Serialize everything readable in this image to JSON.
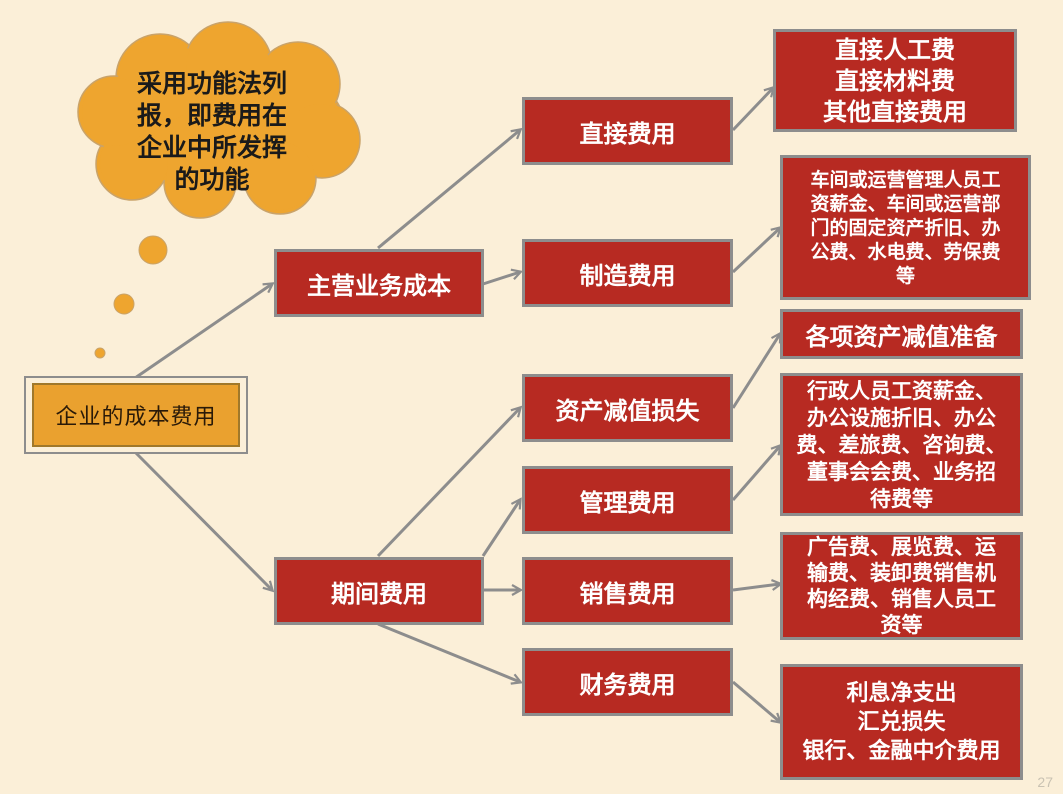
{
  "root": {
    "label": "企业的成本费用"
  },
  "thought_cloud": {
    "lines": [
      "采用功能法列",
      "报，即费用在",
      "企业中所发挥",
      "的功能"
    ]
  },
  "main_business_cost": {
    "label": "主营业务成本"
  },
  "period_expenses": {
    "label": "期间费用"
  },
  "direct_expenses": {
    "label": "直接费用"
  },
  "manufacturing_expenses": {
    "label": "制造费用"
  },
  "asset_impairment_loss": {
    "label": "资产减值损失"
  },
  "admin_expenses": {
    "label": "管理费用"
  },
  "sales_expenses": {
    "label": "销售费用"
  },
  "finance_expenses": {
    "label": "财务费用"
  },
  "direct_expenses_detail": {
    "lines": [
      "直接人工费",
      "直接材料费",
      "其他直接费用"
    ]
  },
  "manufacturing_detail": {
    "lines": [
      "车间或运营管理人员工",
      "资薪金、车间或运营部",
      "门的固定资产折旧、办",
      "公费、水电费、劳保费",
      "等"
    ]
  },
  "impairment_detail": {
    "lines": [
      "各项资产减值准备"
    ]
  },
  "admin_detail": {
    "lines": [
      "行政人员工资薪金、",
      "办公设施折旧、办公",
      "费、差旅费、咨询费、",
      "董事会会费、业务招",
      "待费等"
    ]
  },
  "sales_detail": {
    "lines": [
      "广告费、展览费、运",
      "输费、装卸费销售机",
      "构经费、销售人员工",
      "资等"
    ]
  },
  "finance_detail": {
    "lines": [
      "利息净支出",
      "汇兑损失",
      "银行、金融中介费用"
    ]
  },
  "page_number": "27",
  "colors": {
    "background": "#fbefd8",
    "box_fill": "#b72a22",
    "box_border": "#8d8d8d",
    "root_fill": "#eaa12f",
    "cloud_fill": "#eea52f",
    "connector": "#8d8d8d"
  }
}
